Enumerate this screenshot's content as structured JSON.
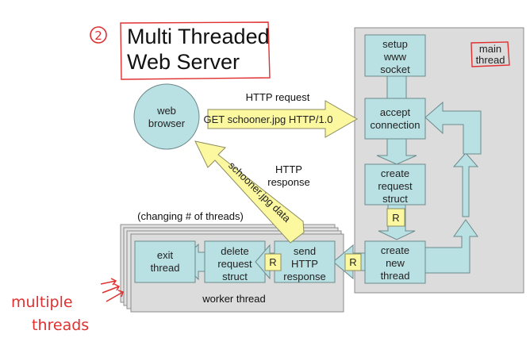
{
  "title": {
    "number": "2",
    "line1": "Multi Threaded",
    "line2": "Web Server"
  },
  "colors": {
    "box_fill": "#b9e0e3",
    "box_stroke": "#6b8a8c",
    "panel_fill": "#dcdcdc",
    "panel_stroke": "#8c8c8c",
    "arrow_yellow": "#fbf8a0",
    "annotation_red": "#e03030"
  },
  "browser": {
    "line1": "web",
    "line2": "browser"
  },
  "request": {
    "label": "HTTP request",
    "arrow_text": "GET schooner.jpg HTTP/1.0"
  },
  "response": {
    "label_line1": "HTTP",
    "label_line2": "response",
    "arrow_text": "schooner.jpg data"
  },
  "main_thread": {
    "label_line1": "main",
    "label_line2": "thread",
    "boxes": [
      {
        "lines": [
          "setup",
          "www",
          "socket"
        ]
      },
      {
        "lines": [
          "accept",
          "connection"
        ]
      },
      {
        "lines": [
          "create",
          "request",
          "struct"
        ]
      },
      {
        "lines": [
          "create",
          "new",
          "thread"
        ]
      }
    ]
  },
  "worker_thread": {
    "caption": "(changing # of threads)",
    "label": "worker thread",
    "boxes": [
      {
        "lines": [
          "exit",
          "thread"
        ]
      },
      {
        "lines": [
          "delete",
          "request",
          "struct"
        ]
      },
      {
        "lines": [
          "send",
          "HTTP",
          "response"
        ]
      }
    ]
  },
  "request_token": "R",
  "annotation": {
    "line1": "multiple",
    "line2": "threads"
  }
}
